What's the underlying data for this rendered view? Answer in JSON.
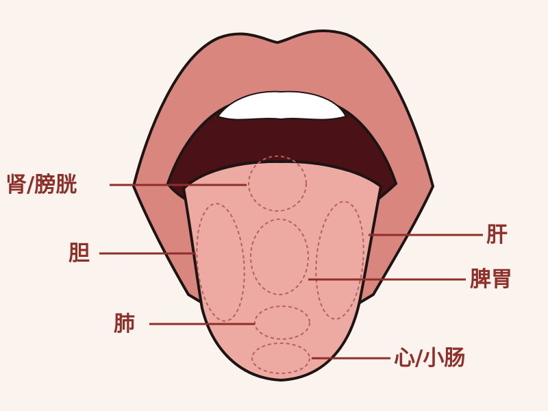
{
  "colors": {
    "label": "#8e2f2a",
    "background": "#fbf4ee",
    "lip": "#d9867f",
    "tongue": "#ecaaa3",
    "mouth": "#4a1216",
    "outline": "#1e1414",
    "zone_outline": "#b5605a"
  },
  "zones": [
    {
      "id": "kidney-bladder",
      "label": "肾/膀胱",
      "side": "left"
    },
    {
      "id": "gallbladder",
      "label": "胆",
      "side": "left"
    },
    {
      "id": "lung",
      "label": "肺",
      "side": "left"
    },
    {
      "id": "liver",
      "label": "肝",
      "side": "right"
    },
    {
      "id": "spleen-stomach",
      "label": "脾胃",
      "side": "right"
    },
    {
      "id": "heart-small-intestine",
      "label": "心/小肠",
      "side": "right"
    }
  ]
}
